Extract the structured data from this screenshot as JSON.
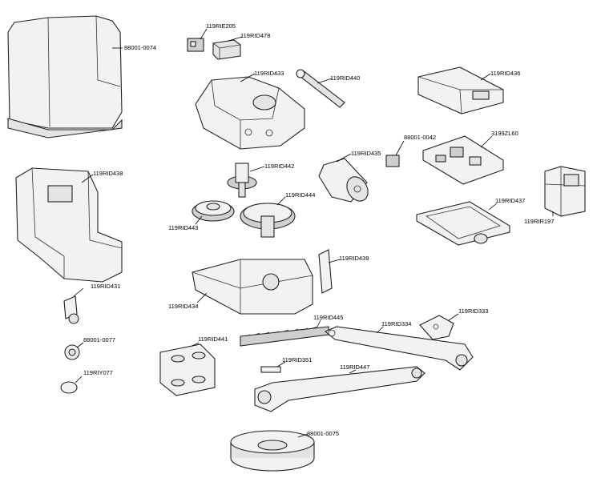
{
  "labels": {
    "cover": "88001-0074",
    "rie205": "119RIE205",
    "rid478": "119RID478",
    "rid433": "119RID433",
    "rid440": "119RID440",
    "rid436": "119RID436",
    "rid438": "119RID438",
    "rid442": "119RID442",
    "rid435": "119RID435",
    "n0042": "88001-0042",
    "zl60": "3199ZL60",
    "rid444": "119RID444",
    "rid437": "119RID437",
    "rir197": "119RIR197",
    "rid443": "119RID443",
    "rid439": "119RID439",
    "rid431": "119RID431",
    "rid434": "119RID434",
    "rid445": "119RID445",
    "rid334": "119RID334",
    "rid333": "119RID333",
    "n0077": "88001-0077",
    "rid441": "119RID441",
    "rid351": "119RID351",
    "rid447": "119RID447",
    "riy077": "119RIY077",
    "n0075": "88001-0075"
  }
}
